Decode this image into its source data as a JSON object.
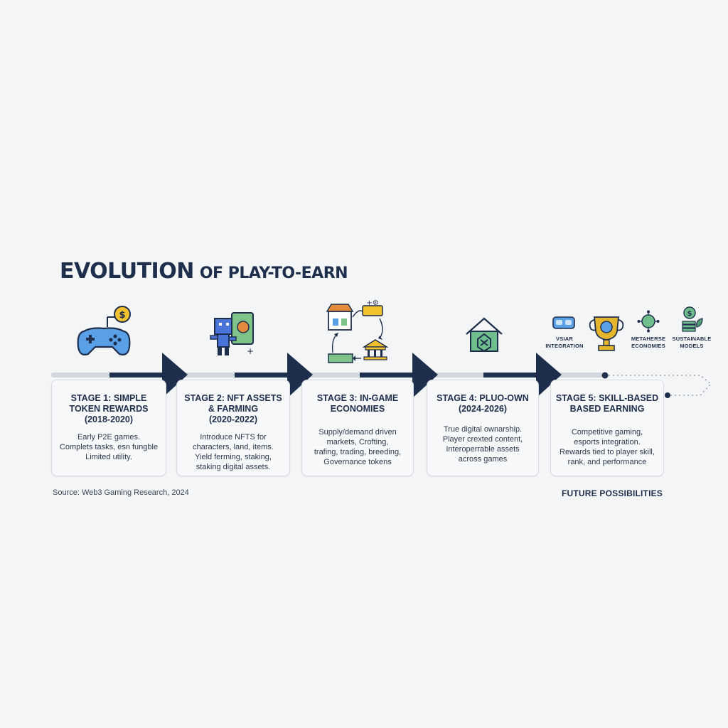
{
  "title": {
    "part1": "EVOLUTION",
    "part2": "OF PLAY-TO-EARN"
  },
  "stages": [
    {
      "title_lines": [
        "STAGE 1: SIMPLE",
        "TOKEN REWARDS",
        "(2018-2020)"
      ],
      "desc_lines": [
        "Early P2E games.",
        "Complets tasks, esn fungble",
        "Limited utility."
      ],
      "icon": "gamepad-coin-icon"
    },
    {
      "title_lines": [
        "STAGE 2: NFT ASSETS",
        "& FARMING",
        "(2020-2022)"
      ],
      "desc_lines": [
        "Introduce NFTS for",
        "characters, land, items.",
        "Yield ferming, staking,",
        "staking digital assets."
      ],
      "icon": "pixel-character-icon"
    },
    {
      "title_lines": [
        "STAGE 3: IN-GAME",
        "ECONOMIES"
      ],
      "desc_lines": [
        "Supply/demand driven",
        "markets, Crofting,",
        "trafing, trading, breeding,",
        "Governance tokens"
      ],
      "icon": "marketplace-cycle-icon"
    },
    {
      "title_lines": [
        "STAGE 4: PLUO-OWN",
        "(2024-2026)"
      ],
      "desc_lines": [
        "True digital ownarship.",
        "Player crexted content,",
        "Interoperrable assets",
        "across games"
      ],
      "icon": "house-icon"
    },
    {
      "title_lines": [
        "STAGE 5: SKILL-BASED",
        "BASED EARNING"
      ],
      "desc_lines": [
        "Competitive gaming,",
        "esports integration.",
        "Rewards tied to player skill,",
        "rank, and performance"
      ],
      "icon": "trophy-icon"
    }
  ],
  "future_items": [
    {
      "label_lines": [
        "VSIAR",
        "INTEGRATION"
      ],
      "icon": "vr-headset-icon"
    },
    {
      "label_lines": [
        "METAHERSE",
        "ECONOMIES"
      ],
      "icon": "globe-network-icon"
    },
    {
      "label_lines": [
        "SUSTAINABLE",
        "MODELS"
      ],
      "icon": "sustainable-coin-icon"
    }
  ],
  "source": "Source: Web3 Gaming Research, 2024",
  "future_label": "FUTURE POSSIBILITIES",
  "colors": {
    "navy": "#1e2f4d",
    "blue": "#4a90d9",
    "green": "#4e9e72",
    "gold": "#e5b52e",
    "track": "#d3d8df"
  }
}
